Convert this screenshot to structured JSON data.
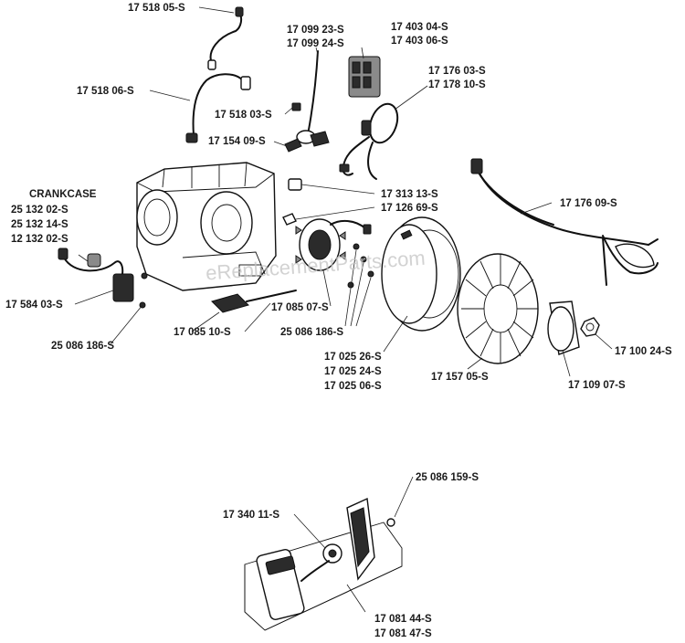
{
  "watermark": "eReplacementParts.com",
  "labels": {
    "p_17518_05": "17 518 05-S",
    "p_17518_06": "17 518 06-S",
    "p_17099_23": "17 099 23-S",
    "p_17099_24": "17 099 24-S",
    "p_17403_04": "17 403 04-S",
    "p_17403_06": "17 403 06-S",
    "p_17176_03": "17 176 03-S",
    "p_17178_10": "17 178 10-S",
    "p_17518_03": "17 518 03-S",
    "p_17154_09": "17 154 09-S",
    "crankcase": "CRANKCASE",
    "p_25132_02": "25 132 02-S",
    "p_25132_14": "25 132 14-S",
    "p_12132_02": "12 132 02-S",
    "p_17313_13": "17 313 13-S",
    "p_17126_69": "17 126 69-S",
    "p_17176_09": "17 176 09-S",
    "p_17584_03": "17 584 03-S",
    "p_17085_07": "17 085 07-S",
    "p_25086_186_a": "25 086 186-S",
    "p_17085_10": "17 085 10-S",
    "p_25086_186_b": "25 086 186-S",
    "p_17025_26": "17 025 26-S",
    "p_17025_24": "17 025 24-S",
    "p_17025_06": "17 025 06-S",
    "p_17157_05": "17 157 05-S",
    "p_17109_07": "17 109 07-S",
    "p_17100_24": "17 100 24-S",
    "p_25086_159": "25 086 159-S",
    "p_17340_11": "17 340 11-S",
    "p_17081_44": "17 081 44-S",
    "p_17081_47": "17 081 47-S"
  }
}
